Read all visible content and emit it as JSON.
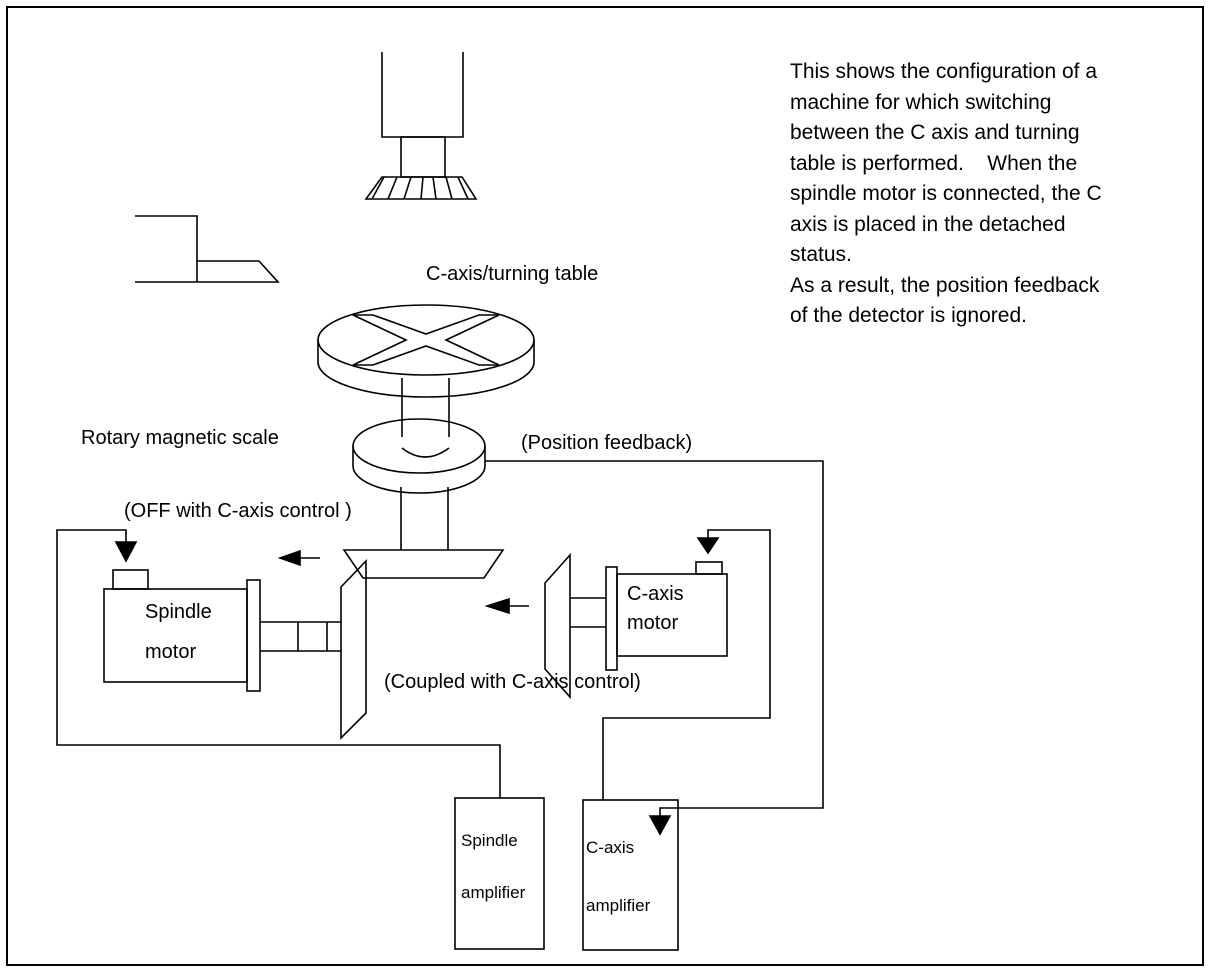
{
  "description": {
    "line1": "This shows the configuration of a",
    "line2": "machine for which switching",
    "line3": "between the C axis and turning",
    "line4": "table is performed.    When the",
    "line5": "spindle motor is connected, the C",
    "line6": "axis is placed in the detached",
    "line7": "status.",
    "line8": "As a result, the position feedback",
    "line9": "of the detector is ignored."
  },
  "labels": {
    "turning_table": "C-axis/turning table",
    "rotary_scale": "Rotary magnetic scale",
    "position_feedback": "(Position feedback)",
    "off_with_c": "(OFF with C-axis control )",
    "coupled_with_c": "(Coupled with C-axis control)",
    "spindle_motor_1": "Spindle",
    "spindle_motor_2": "motor",
    "c_motor_1": "C-axis",
    "c_motor_2": "motor",
    "spindle_amp_1": "Spindle",
    "spindle_amp_2": "amplifier",
    "c_amp_1": "C-axis",
    "c_amp_2": "amplifier"
  }
}
